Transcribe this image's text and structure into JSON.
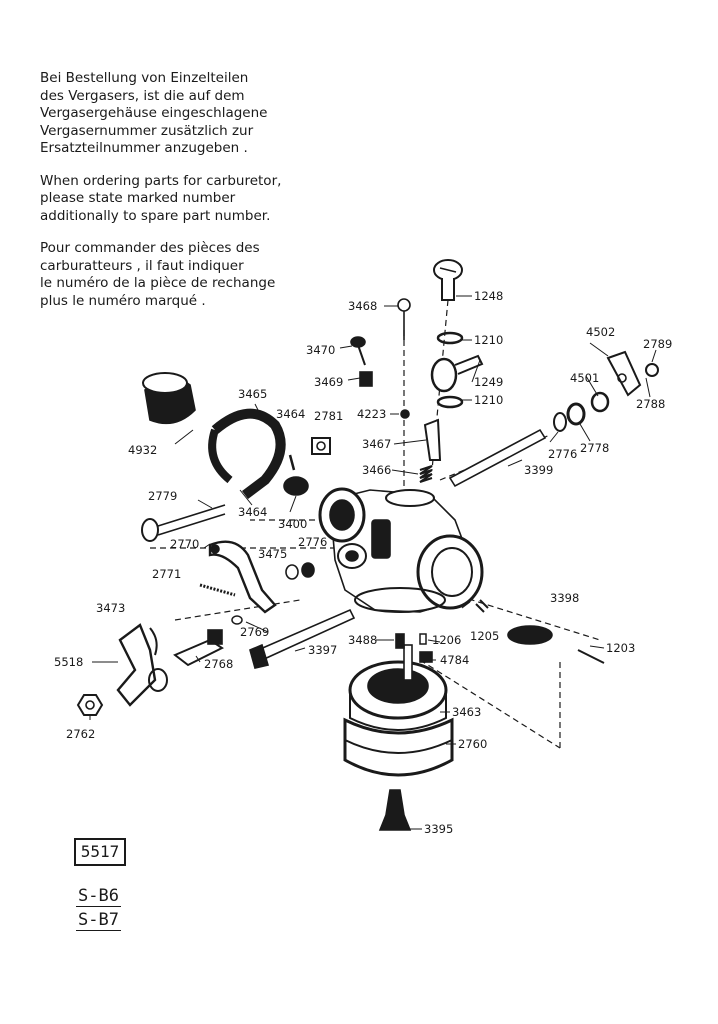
{
  "notes": {
    "german": [
      "Bei Bestellung von Einzelteilen",
      "des Vergasers, ist die auf dem",
      "Vergasergehäuse eingeschlagene",
      "Vergasernummer zusätzlich zur",
      "Ersatzteilnummer anzugeben ."
    ],
    "english": [
      "When ordering parts for carburetor,",
      "please state marked number",
      "additionally to spare part number."
    ],
    "french": [
      "Pour commander des pièces des",
      "carburatteurs , il faut indiquer",
      "le numéro de la pièce de rechange",
      "plus le numéro marqué ."
    ]
  },
  "labels": {
    "p1248": "1248",
    "p3468": "3468",
    "p1210a": "1210",
    "p3470": "3470",
    "p4502": "4502",
    "p2789": "2789",
    "p1249": "1249",
    "p3469": "3469",
    "p4501": "4501",
    "p1210b": "1210",
    "p3465": "3465",
    "p2788": "2788",
    "p3464a": "3464",
    "p2781": "2781",
    "p4223": "4223",
    "p4932": "4932",
    "p3467": "3467",
    "p2776a": "2776",
    "p2778": "2778",
    "p3466": "3466",
    "p3399": "3399",
    "p2779": "2779",
    "p3464b": "3464",
    "p3400": "3400",
    "p2770": "2770",
    "p3475": "3475",
    "p2776b": "2776",
    "p2771": "2771",
    "p3398": "3398",
    "p3473": "3473",
    "p1206": "1206",
    "p1205": "1205",
    "p3488": "3488",
    "p2769": "2769",
    "p1203": "1203",
    "p4784": "4784",
    "p5518": "5518",
    "p3397": "3397",
    "p2768": "2768",
    "p3463": "3463",
    "p2762": "2762",
    "p2760": "2760",
    "p3395": "3395"
  },
  "footer": {
    "box": "5517",
    "ref1": "S-B6",
    "ref2": "S-B7"
  }
}
